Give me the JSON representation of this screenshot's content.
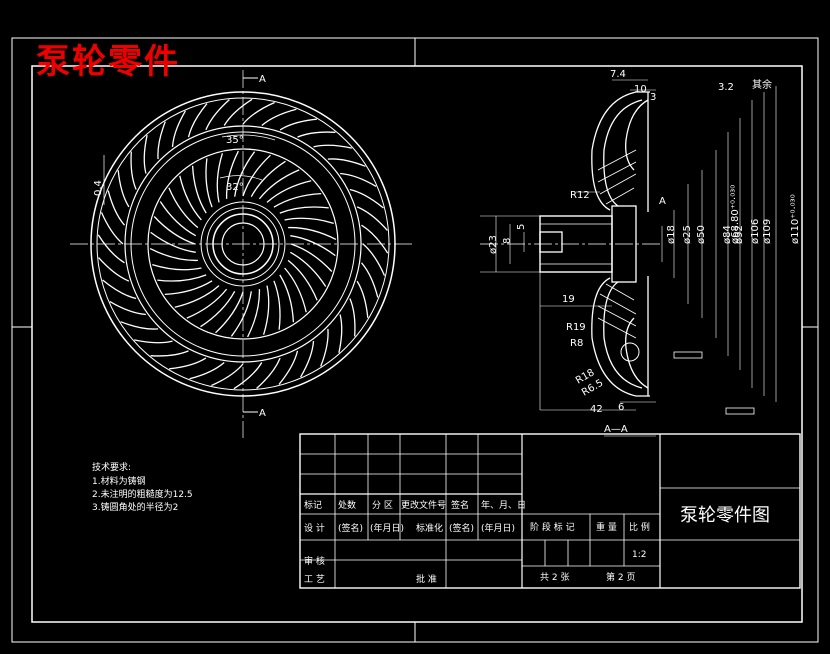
{
  "watermark": "泵轮零件",
  "section_marks": {
    "top": "A",
    "bottom": "A",
    "view_title": "A—A"
  },
  "notes": {
    "heading": "技术要求:",
    "items": [
      "1.材料为铸钢",
      "2.未注明的粗糙度为12.5",
      "3.铸圆角处的半径为2"
    ]
  },
  "dimensions": {
    "d74": "7.4",
    "d10": "10",
    "d3": "3",
    "r12": "R12",
    "a_mark": "A",
    "d23": "ø23",
    "d8": "8",
    "d5": "5",
    "d19": "19",
    "r19": "R19",
    "r8": "R8",
    "r18": "R18",
    "r65": "R6.5",
    "d42": "42",
    "d6": "6",
    "d04": "0.4",
    "ang1": "35°",
    "ang2": "32°",
    "phi18": "ø18",
    "phi25": "ø25",
    "phi50": "ø50",
    "phi68": "ø68.80⁺⁰·⁰³⁰",
    "phi84": "ø84",
    "phi92": "ø92",
    "phi106": "ø106",
    "phi109": "ø109",
    "phi110": "ø110⁺⁰·⁰³⁰",
    "rough_tr": "其余",
    "rough_v": "3.2"
  },
  "title_block": {
    "drawing_name": "泵轮零件图",
    "scale": "1:2",
    "sheets": "共 2 张",
    "sheet_no": "第 2 页",
    "row_labels": [
      "标记",
      "处数",
      "分 区",
      "更改文件号",
      "签名",
      "年、月、日"
    ],
    "design_row": [
      "设 计",
      "(签名)",
      "(年月日)",
      "标准化",
      "(签名)",
      "(年月日)"
    ],
    "stage_headers": [
      "阶 段 标 记",
      "重 量",
      "比 例"
    ],
    "review": "审 核",
    "process": "工 艺",
    "approve": "批 准"
  }
}
